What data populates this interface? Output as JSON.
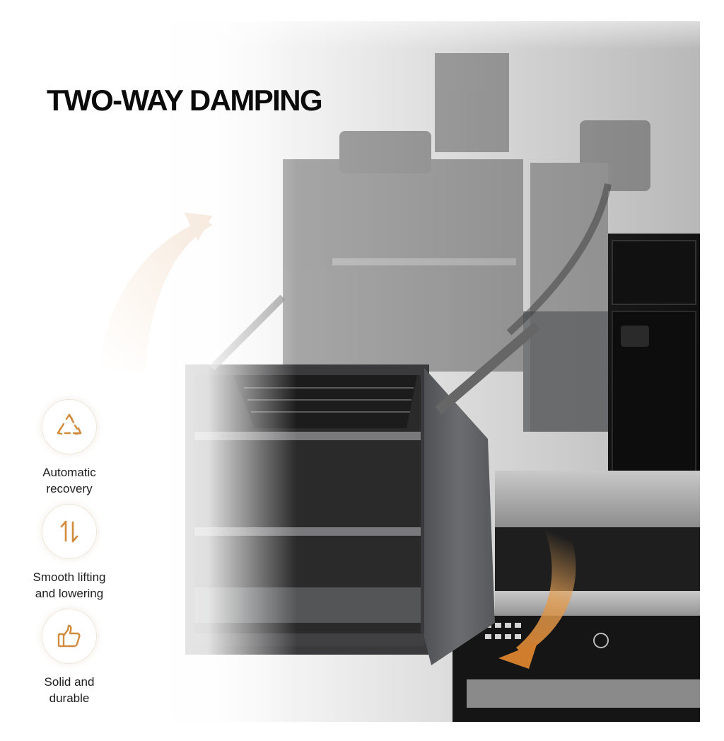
{
  "headline": "TWO-WAY DAMPING",
  "features": [
    {
      "icon": "recycle-icon",
      "line1": "Automatic",
      "line2": "recovery"
    },
    {
      "icon": "up-down-arrows-icon",
      "line1": "Smooth lifting",
      "line2": "and lowering"
    },
    {
      "icon": "thumbs-up-icon",
      "line1": "Solid and",
      "line2": "durable"
    }
  ],
  "colors": {
    "accent": "#d18b3c",
    "cabinet_metal": "#5b5d60",
    "text": "#0b0b0b"
  }
}
